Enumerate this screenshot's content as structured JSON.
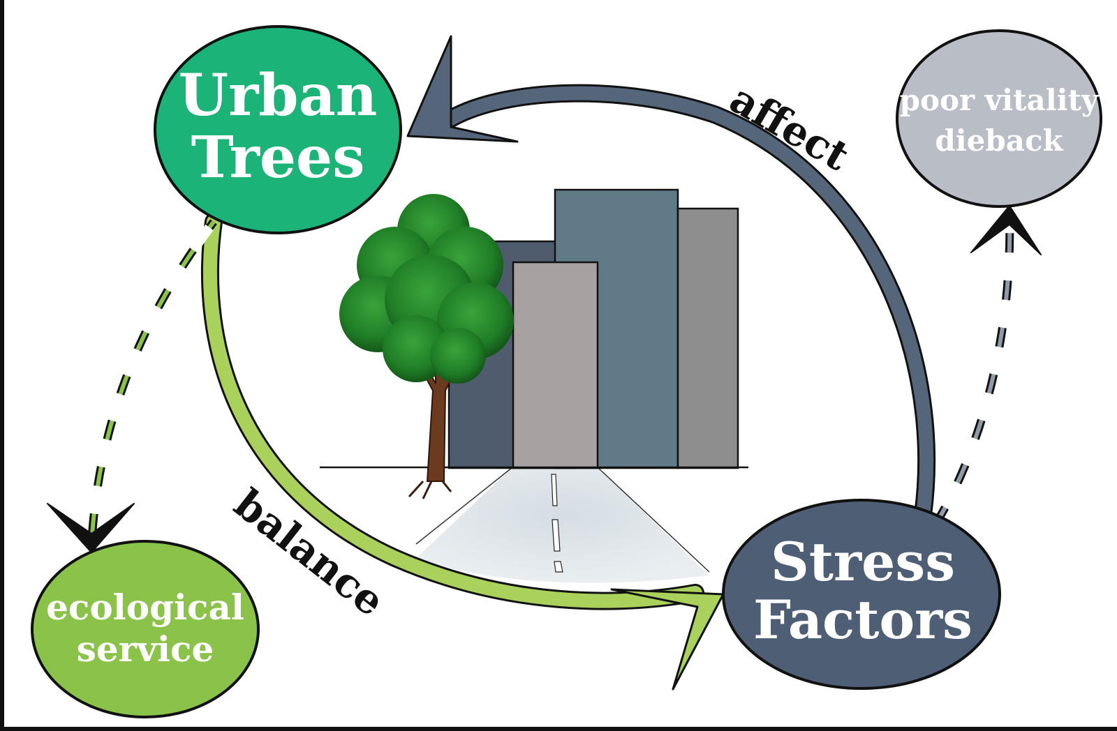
{
  "nodes": {
    "urban_trees": {
      "line1": "Urban",
      "line2": "Trees",
      "color": "#1bb377"
    },
    "stress_factors": {
      "line1": "Stress",
      "line2": "Factors",
      "color": "#4e5f75"
    },
    "poor_vitality": {
      "line1": "poor vitality",
      "line2": "dieback",
      "color": "#b9bec6"
    },
    "ecological_service": {
      "line1": "ecological",
      "line2": "service",
      "color": "#8bc34a"
    }
  },
  "edges": {
    "affect": {
      "label": "affect",
      "color": "#55657a"
    },
    "balance": {
      "label": "balance",
      "color": "#a9d15c"
    }
  },
  "illustration": {
    "tree-icon": "urban tree",
    "building-icon": "city buildings",
    "road-icon": "road"
  }
}
